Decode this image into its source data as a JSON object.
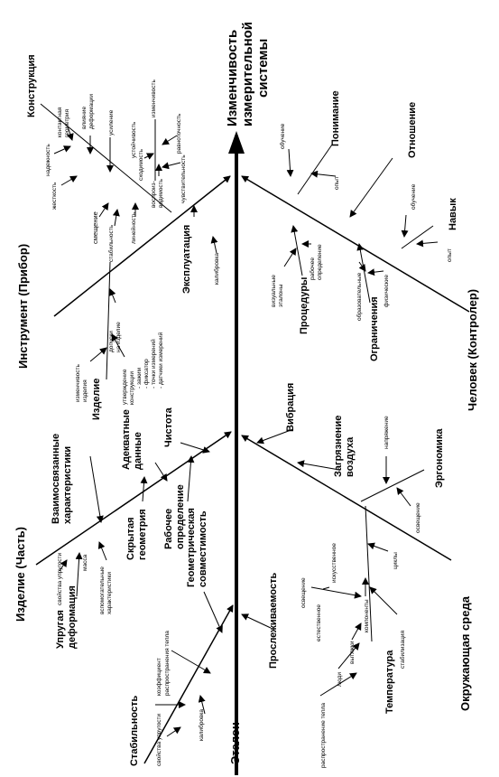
{
  "effect": {
    "line1": "Изменчивость",
    "line2": "измерительной",
    "line3": "системы"
  },
  "bones": {
    "standard": {
      "label": "Эталон"
    },
    "part": {
      "label": "Изделие (Часть)"
    },
    "instrument": {
      "label": "Инструмент (Прибор)"
    },
    "environment": {
      "label": "Окружающая среда"
    },
    "person": {
      "label": "Человек (Контролер)"
    }
  },
  "standard": {
    "stability": "Стабильность",
    "elastic": "свойства упругости",
    "calibration": "калибровка",
    "thermal_line1": "коэффициент",
    "thermal_line2": "распространения тепла",
    "geometric_line1": "Геометрическая",
    "geometric_line2": "совместимость",
    "traceability": "Прослеживаемость"
  },
  "part": {
    "elastic_deformation_line1": "Упругая",
    "elastic_deformation_line2": "деформация",
    "elastic": "свойства упругости",
    "mass": "масса",
    "aux_line1": "вспомогательные",
    "aux_line2": "характеристики",
    "interrelated_line1": "Взаимосвязанные",
    "interrelated_line2": "характеристики",
    "hidden_line1": "Скрытая",
    "hidden_line2": "геометрия",
    "working_line1": "Рабочее",
    "working_line2": "определение",
    "adequate_line1": "Адекватные",
    "adequate_line2": "данные",
    "cleanliness": "Чистота"
  },
  "instrument": {
    "construction": "Конструкция",
    "contact_line1": "контактная",
    "contact_line2": "геометрия",
    "influence_line1": "влияние",
    "influence_line2": "деформации",
    "reinforcement": "усиление",
    "reliability": "надежность",
    "rigidity": "жесткость",
    "stability": "устойчивость",
    "variability": "изменчивость",
    "uniformity": "равноточность",
    "convergence": "сходимость",
    "sensitivity": "чувствительность",
    "reproducibility_line1": "воспроиз-",
    "reproducibility_line2": "водимость",
    "offset": "смещение",
    "stability2": "стабильность",
    "linearity": "линейность",
    "exploitation": "Эксплуатация",
    "calibration": "калибровка",
    "item": "Изделие",
    "item_var_line1": "изменчивость",
    "item_var_line2": "изделия",
    "tolerance_line1": "допуски",
    "tolerance_line2": "на изделие",
    "approve_line1": "утверждение",
    "approve_line2": "конструкции",
    "approve_b1": "- зажим",
    "approve_b2": "- фиксатор",
    "approve_b3": "- точки измерений",
    "approve_b4": "- датчики измерений"
  },
  "environment": {
    "temperature": "Температура",
    "heat": "распространение тепла",
    "people": "люди",
    "drafts": "вытяжки",
    "natural": "естественное",
    "lighting": "освещение",
    "artificial": "искусственное",
    "components": "компоненты",
    "cycles": "циклы",
    "stabilization": "стабилизация",
    "ergonomics": "Эргономика",
    "tension": "напряжение",
    "lighting2": "освещение",
    "vibration": "Вибрация",
    "air_line1": "Загрязнение",
    "air_line2": "воздуха"
  },
  "person": {
    "understanding": "Понимание",
    "training": "обучение",
    "experience": "опыт",
    "attitude": "Отношение",
    "skill": "Навык",
    "training2": "обучение",
    "experience2": "опыт",
    "procedures": "Процедуры",
    "visual_line1": "визуальные",
    "visual_line2": "эталоны",
    "working_line1": "рабочее",
    "working_line2": "определение",
    "limitations": "Ограничения",
    "educational": "образовательные",
    "physical": "физические"
  }
}
